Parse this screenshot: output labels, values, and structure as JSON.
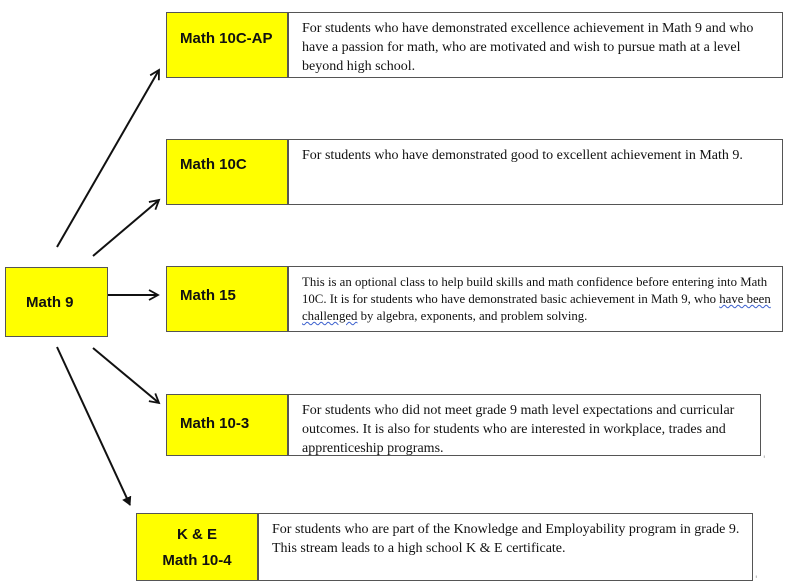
{
  "root": {
    "label": "Math 9"
  },
  "courses": [
    {
      "label": "Math 10C-AP",
      "description": "For students who have demonstrated excellence achievement in Math 9 and who have a passion for math, who are motivated and wish to pursue math at a level beyond high school."
    },
    {
      "label": "Math 10C",
      "description": "For students who have demonstrated good to excellent achievement in Math 9."
    },
    {
      "label": "Math 15",
      "description_parts": [
        "This is an optional class to help build skills and math confidence before entering into Math 10C.  It is for students who have demonstrated basic achievement in Math 9, who ",
        "have been challenged",
        " by algebra, exponents, and problem solving."
      ]
    },
    {
      "label": "Math 10-3",
      "description": "For students who did not meet grade 9 math level expectations and curricular outcomes.  It is also for students who are interested in workplace, trades and apprenticeship programs."
    },
    {
      "label_line1": "K & E",
      "label_line2": "Math 10-4",
      "description": "For students who are part of the Knowledge and Employability program in grade 9.  This stream leads to a high school K & E certificate."
    }
  ],
  "stray_mark": "'",
  "colors": {
    "box_fill": "#ffff00",
    "border": "#555555",
    "arrow": "#111111"
  }
}
